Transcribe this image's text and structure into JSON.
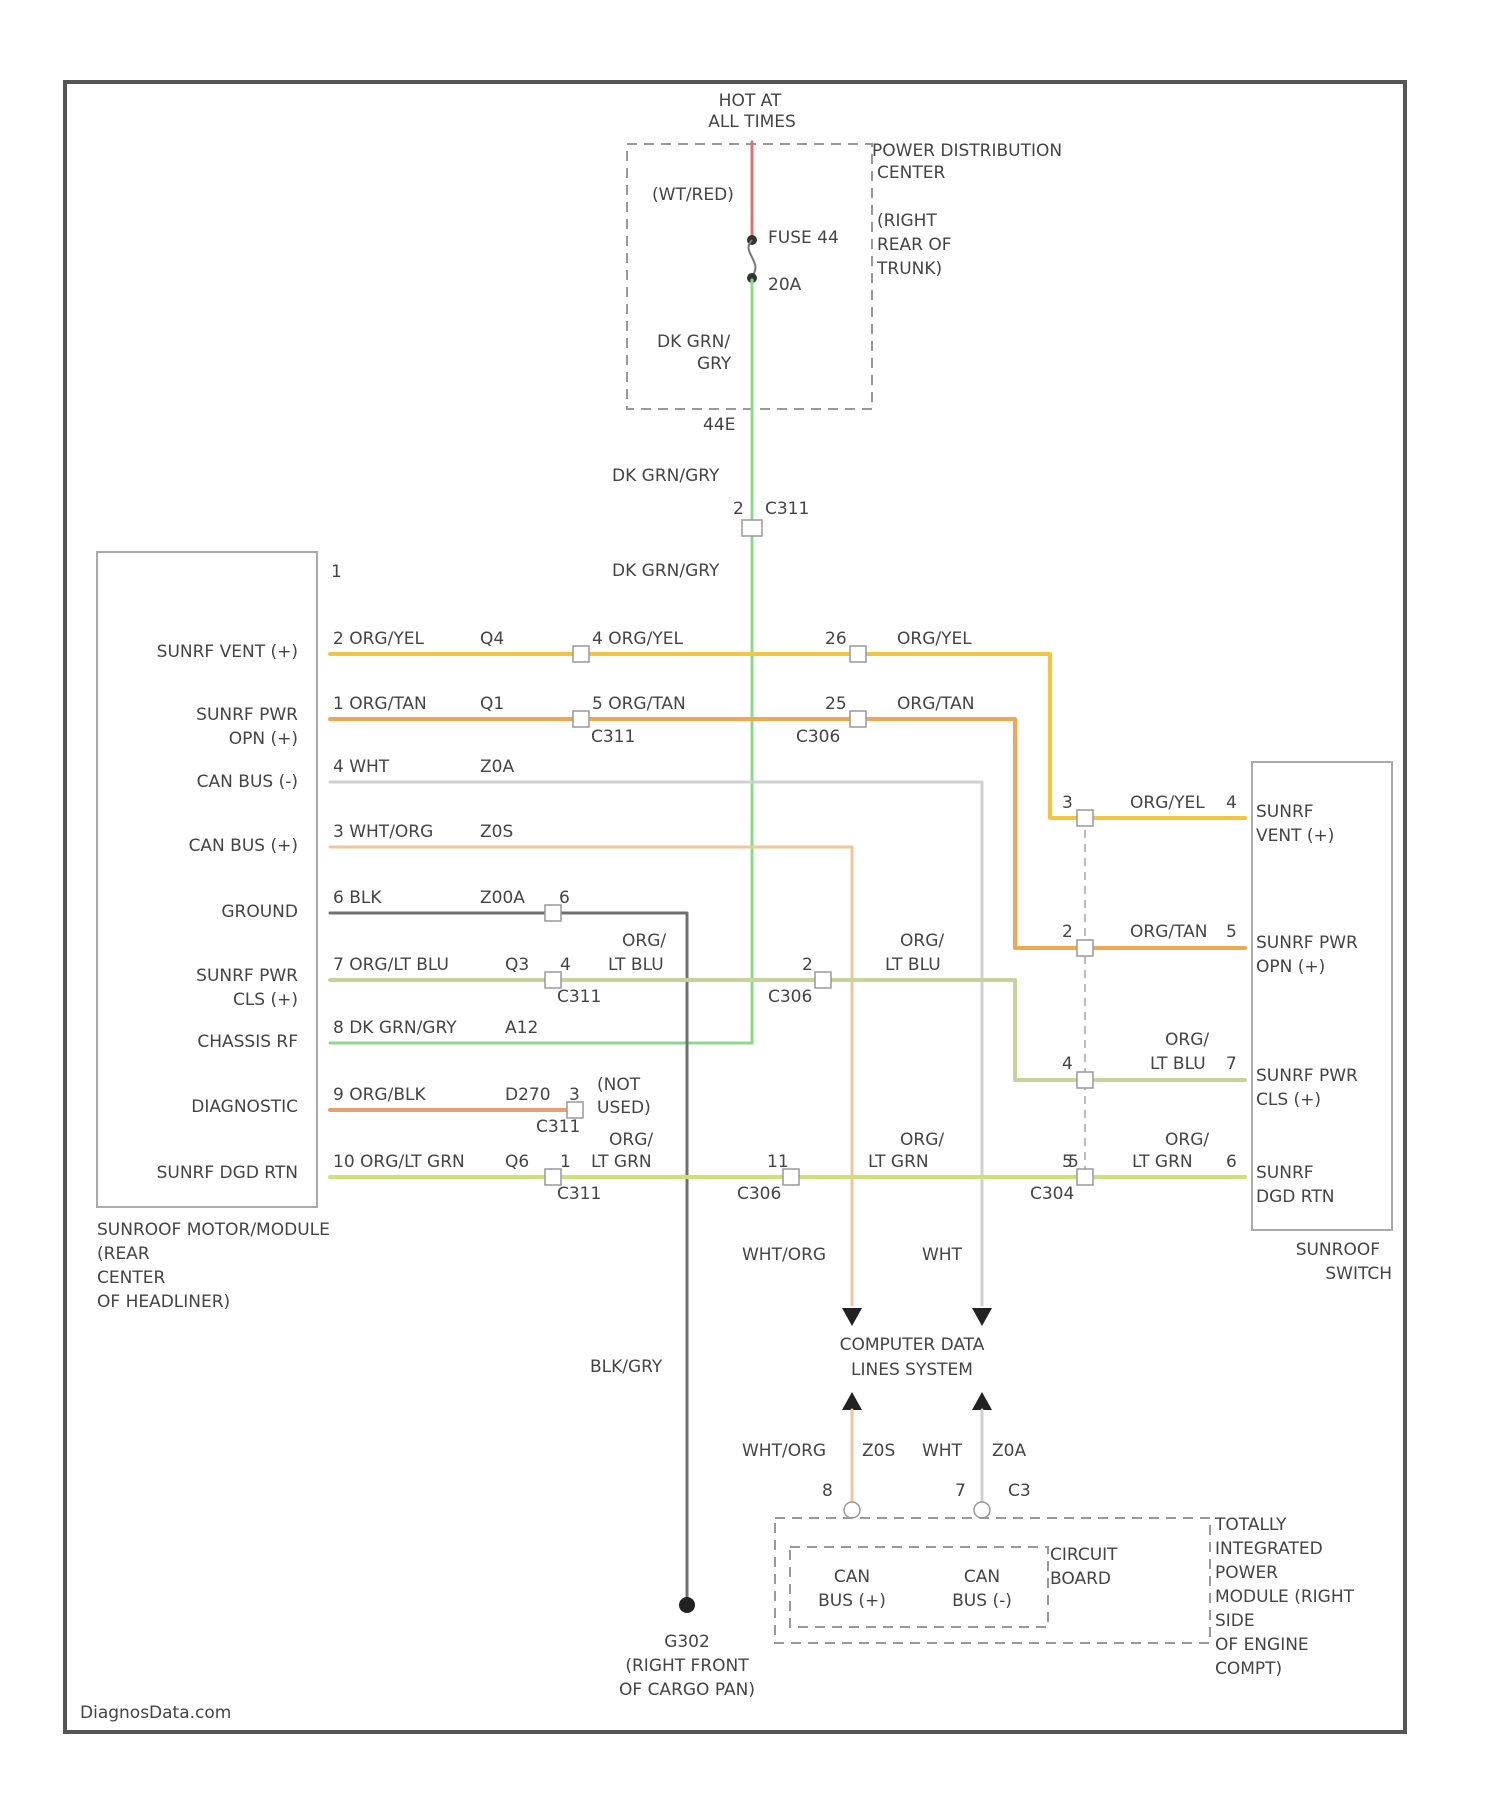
{
  "colors": {
    "frame": "#555555",
    "red_wire": "#e07070",
    "green_wire": "#8ed88e",
    "yellow_wire": "#f4c542",
    "orange_wire": "#f0a850",
    "white_wire": "#d0d0d0",
    "peach_wire": "#f2c49a",
    "gray_wire": "#707070",
    "olive_wire": "#c6d39a",
    "lime_wire": "#cfe07a",
    "diag_wire": "#e8a070"
  },
  "header": {
    "line1": "HOT AT",
    "line2": "ALL TIMES"
  },
  "pdc": {
    "title1": "POWER DISTRIBUTION",
    "title2": "CENTER",
    "loc1": "(RIGHT",
    "loc2": "REAR OF",
    "loc3": "TRUNK)",
    "wire_top": "(WT/RED)",
    "fuse_label": "FUSE 44",
    "fuse_amp": "20A",
    "wire_bot1": "DK GRN/",
    "wire_bot2": "GRY",
    "pin": "44E"
  },
  "feed": {
    "wire1": "DK GRN/GRY",
    "c311_pin": "2",
    "c311": "C311",
    "wire2": "DK GRN/GRY"
  },
  "module": {
    "marker": "1",
    "pins": [
      "SUNRF VENT (+)",
      "SUNRF PWR",
      "OPN (+)",
      "CAN BUS (-)",
      "CAN BUS (+)",
      "GROUND",
      "SUNRF PWR",
      "CLS (+)",
      "CHASSIS RF",
      "DIAGNOSTIC",
      "SUNRF DGD RTN"
    ],
    "caption": [
      "SUNROOF MOTOR/MODULE",
      "(REAR",
      "CENTER",
      "OF HEADLINER)"
    ]
  },
  "rows": {
    "r1": {
      "w1": "2 ORG/YEL",
      "c1": "Q4",
      "p2": "4 ORG/YEL",
      "c2": "26",
      "w3": "ORG/YEL"
    },
    "r2": {
      "w1": "1 ORG/TAN",
      "c1": "Q1",
      "p2": "5 ORG/TAN",
      "conn2": "C311",
      "c2": "25",
      "conn3": "C306",
      "w3": "ORG/TAN"
    },
    "r3": {
      "w1": "4 WHT",
      "c1": "Z0A"
    },
    "r4": {
      "w1": "3 WHT/ORG",
      "c1": "Z0S"
    },
    "r5": {
      "w1": "6 BLK",
      "c1": "Z00A",
      "pin": "6"
    },
    "r6": {
      "w1": "7 ORG/LT BLU",
      "c1": "Q3",
      "pin2": "4",
      "w2a": "ORG/",
      "w2b": "LT BLU",
      "conn2": "C311",
      "pin3": "2",
      "conn3": "C306",
      "w3a": "ORG/",
      "w3b": "LT BLU"
    },
    "r7": {
      "w1": "8 DK GRN/GRY",
      "c1": "A12"
    },
    "r8": {
      "w1": "9 ORG/BLK",
      "c1": "D270",
      "pin": "3",
      "conn": "C311",
      "nu1": "(NOT",
      "nu2": "USED)"
    },
    "r9": {
      "w1": "10 ORG/LT GRN",
      "c1": "Q6",
      "pin2": "1",
      "w2a": "ORG/",
      "w2b": "LT GRN",
      "conn2": "C311",
      "pin3": "11",
      "conn3": "C306",
      "w3a": "ORG/",
      "w3b": "LT GRN",
      "pin4": "5",
      "conn4": "C304"
    }
  },
  "switch": {
    "caption1": "SUNROOF",
    "caption2": "SWITCH",
    "inputs": [
      {
        "pin": "3",
        "wire": "ORG/YEL",
        "spin": "4",
        "label1": "SUNRF",
        "label2": "VENT (+)"
      },
      {
        "pin": "2",
        "wire": "ORG/TAN",
        "spin": "5",
        "label1": "SUNRF PWR",
        "label2": "OPN (+)"
      },
      {
        "pin": "4",
        "wire1": "ORG/",
        "wire2": "LT BLU",
        "spin": "7",
        "label1": "SUNRF PWR",
        "label2": "CLS (+)"
      },
      {
        "pin": "5",
        "wire1": "ORG/",
        "wire2": "LT GRN",
        "spin": "6",
        "label1": "SUNRF",
        "label2": "DGD RTN"
      }
    ]
  },
  "cds": {
    "wire_left": "WHT/ORG",
    "wire_right": "WHT",
    "title1": "COMPUTER DATA",
    "title2": "LINES SYSTEM",
    "bl_wire": "WHT/ORG",
    "bl_circ": "Z0S",
    "br_wire": "WHT",
    "br_circ": "Z0A",
    "pin_l": "8",
    "pin_r": "7",
    "conn": "C3"
  },
  "tipm": {
    "can_l1": "CAN",
    "can_l2": "BUS (+)",
    "can_r1": "CAN",
    "can_r2": "BUS (-)",
    "circuit1": "CIRCUIT",
    "circuit2": "BOARD",
    "title": [
      "TOTALLY",
      "INTEGRATED",
      "POWER",
      "MODULE (RIGHT",
      "SIDE",
      "OF ENGINE",
      "COMPT)"
    ]
  },
  "ground": {
    "wire": "BLK/GRY",
    "name": "G302",
    "loc1": "(RIGHT FRONT",
    "loc2": "OF CARGO PAN)"
  },
  "footer": {
    "credit": "DiagnosData.com"
  }
}
